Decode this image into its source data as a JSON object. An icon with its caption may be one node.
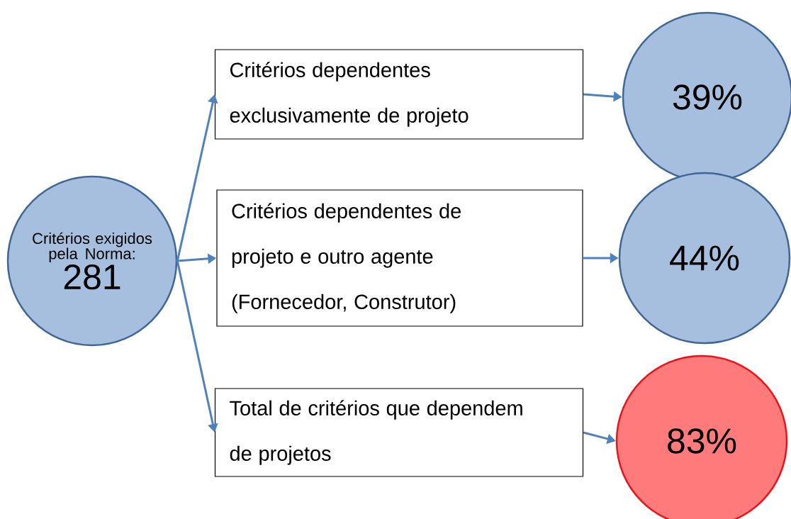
{
  "diagram": {
    "nodes": [
      {
        "text": [
          "Critérios exigidos pela Norma:",
          "281"
        ]
      },
      {
        "text": [
          "Critérios dependentes exclusivamente de projeto"
        ]
      },
      {
        "text": [
          "Critérios dependentes de projeto e outro agente (Fornecedor, Construtor)"
        ]
      },
      {
        "text": [
          "Total de critérios que dependem de projetos"
        ]
      },
      {
        "text": [
          "39%"
        ]
      },
      {
        "text": [
          "44%"
        ]
      },
      {
        "text": [
          "83%"
        ]
      }
    ],
    "edges": [
      {
        "from": 0,
        "to": 1,
        "arrow": "to"
      },
      {
        "from": 0,
        "to": 2,
        "arrow": "to"
      },
      {
        "from": 0,
        "to": 3,
        "arrow": "to"
      },
      {
        "from": 1,
        "to": 4,
        "arrow": "to"
      },
      {
        "from": 2,
        "to": 5,
        "arrow": "to"
      },
      {
        "from": 3,
        "to": 6,
        "arrow": "to"
      }
    ]
  }
}
